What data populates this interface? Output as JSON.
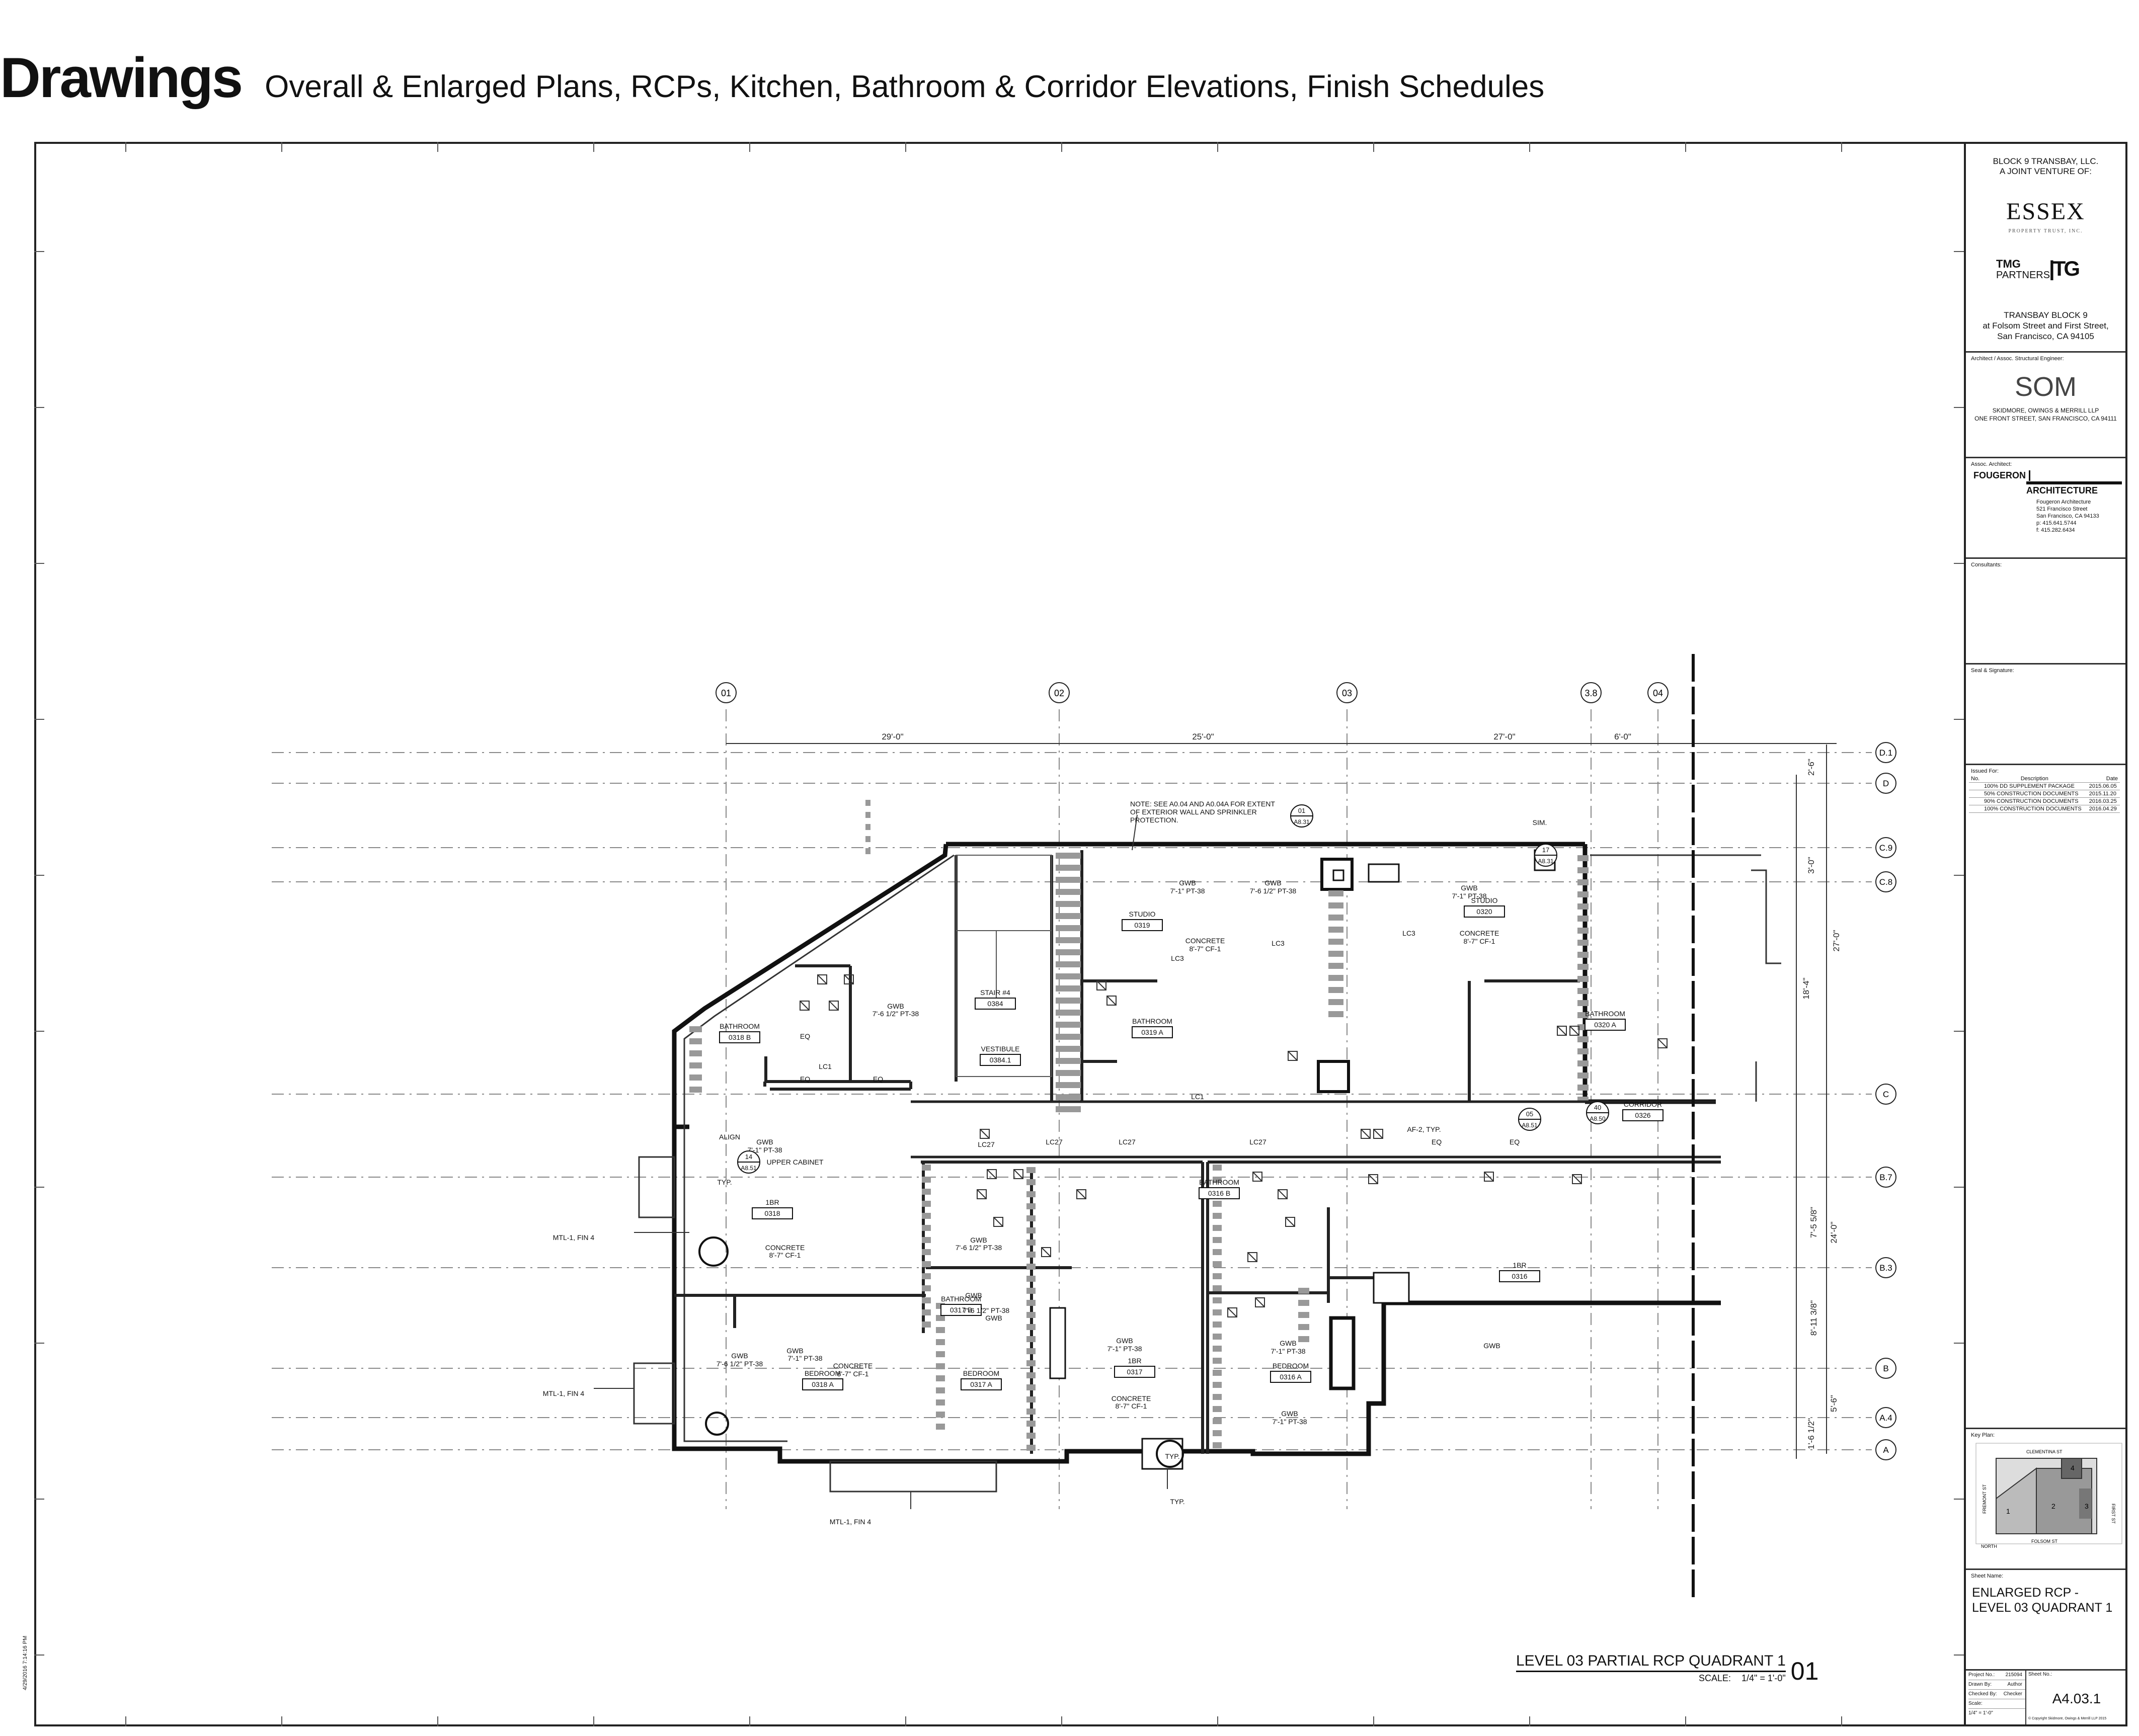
{
  "header": {
    "title": "Drawings",
    "subtitle": "Overall & Enlarged Plans, RCPs, Kitchen, Bathroom & Corridor Elevations, Finish Schedules"
  },
  "title_block": {
    "owner_line1": "BLOCK 9 TRANSBAY, LLC.",
    "owner_line2": "A JOINT VENTURE OF:",
    "logo_essex": "ESSEX",
    "logo_essex_sub": "PROPERTY TRUST, INC.",
    "logo_tmg": "TMG",
    "logo_tmg_sub": "PARTNERS",
    "project_line1": "TRANSBAY BLOCK 9",
    "project_line2": "at Folsom Street and First Street,",
    "project_line3": "San Francisco, CA 94105",
    "architect_label": "Architect / Assoc. Structural Engineer:",
    "logo_som": "SOM",
    "som_line1": "SKIDMORE, OWINGS & MERRILL LLP",
    "som_line2": "ONE FRONT STREET, SAN FRANCISCO, CA 94111",
    "assoc_label": "Assoc. Architect:",
    "fougeron": "FOUGERON",
    "architecture": "ARCHITECTURE",
    "fougeron_lines": [
      "Fougeron Architecture",
      "521 Francisco Street",
      "San Francisco, CA 94133",
      "p: 415.641.5744",
      "f: 415.282.6434"
    ],
    "consultants_label": "Consultants:",
    "seal_label": "Seal & Signature:",
    "issued_label": "Issued For:",
    "issued_headers": [
      "No.",
      "Description",
      "Date"
    ],
    "issued_rows": [
      [
        "100% DD SUPPLEMENT PACKAGE",
        "2015.06.05"
      ],
      [
        "50% CONSTRUCTION DOCUMENTS",
        "2015.11.20"
      ],
      [
        "90% CONSTRUCTION DOCUMENTS",
        "2016.03.25"
      ],
      [
        "100% CONSTRUCTION DOCUMENTS",
        "2016.04.29"
      ]
    ],
    "key_plan_label": "Key Plan:",
    "key_streets": [
      "CLEMENTINA ST",
      "FOLSOM ST",
      "FIRST ST",
      "FREMONT ST"
    ],
    "key_north": "NORTH",
    "key_blocks": [
      "1",
      "2",
      "3",
      "4"
    ],
    "sheet_name_label": "Sheet Name:",
    "sheet_name_line1": "ENLARGED RCP -",
    "sheet_name_line2": "LEVEL 03 QUADRANT 1",
    "project_no_label": "Project No.:",
    "project_no": "215094",
    "drawn_by_label": "Drawn By:",
    "drawn_by": "Author",
    "checked_by_label": "Checked By:",
    "checked_by": "Checker",
    "scale_label": "Scale:",
    "scale": "1/4\" = 1'-0\"",
    "sheet_no_label": "Sheet No.:",
    "sheet_no": "A4.03.1",
    "copyright": "© Copyright Skidmore, Owings & Merrill LLP 2015"
  },
  "drawing": {
    "title": "LEVEL 03 PARTIAL RCP QUADRANT 1",
    "scale_label": "SCALE:",
    "scale": "1/4\" = 1'-0\"",
    "number": "01",
    "timestamp": "4/29/2016 7:14:16 PM",
    "grid_columns": [
      "01",
      "02",
      "03",
      "3.8",
      "04"
    ],
    "grid_rows": [
      "D.1",
      "D",
      "C.9",
      "C.8",
      "C",
      "B.7",
      "B.3",
      "B",
      "A.4",
      "A"
    ],
    "dims_top": [
      "29'-0\"",
      "25'-0\"",
      "27'-0\"",
      "6'-0\""
    ],
    "dims_right": [
      "2'-6\"",
      "3'-0\"",
      "27'-0\"",
      "18'-4\"",
      "7'-5 5/8\"",
      "24'-0\"",
      "8'-11 3/8\"",
      "5'-6\"",
      "1'-6 1/2\""
    ],
    "note": [
      "NOTE: SEE A0.04 AND A0.04A FOR EXTENT",
      "OF EXTERIOR WALL AND SPRINKLER",
      "PROTECTION."
    ],
    "rooms": [
      {
        "name": "STUDIO",
        "num": "0319"
      },
      {
        "name": "STUDIO",
        "num": "0320"
      },
      {
        "name": "STAIR #4",
        "num": "0384"
      },
      {
        "name": "VESTIBULE",
        "num": "0384.1"
      },
      {
        "name": "BATHROOM",
        "num": "0318 B"
      },
      {
        "name": "BATHROOM",
        "num": "0319 A"
      },
      {
        "name": "BATHROOM",
        "num": "0320 A"
      },
      {
        "name": "1BR",
        "num": "0318"
      },
      {
        "name": "BEDROOM",
        "num": "0318 A"
      },
      {
        "name": "BATHROOM",
        "num": "0317 B"
      },
      {
        "name": "BEDROOM",
        "num": "0317 A"
      },
      {
        "name": "1BR",
        "num": "0317"
      },
      {
        "name": "BATHROOM",
        "num": "0316 B"
      },
      {
        "name": "BEDROOM",
        "num": "0316 A"
      },
      {
        "name": "1BR",
        "num": "0316"
      },
      {
        "name": "CORRIDOR",
        "num": "0326"
      }
    ],
    "tags": [
      "GWB",
      "7'-1\" PT-38",
      "CONCRETE",
      "8'-7\" CF-1",
      "7'-6 1/2\" PT-38",
      "EQ",
      "LC1",
      "LC3",
      "LC27",
      "UPPER CABINET",
      "ALIGN",
      "TYP.",
      "SIM.",
      "AF-2, TYP.",
      "MTL-1, FIN 4"
    ],
    "callouts": [
      "14 A8.51",
      "17 A8.31",
      "05 A8.51",
      "40 A8.50",
      "01 A8.31"
    ]
  }
}
